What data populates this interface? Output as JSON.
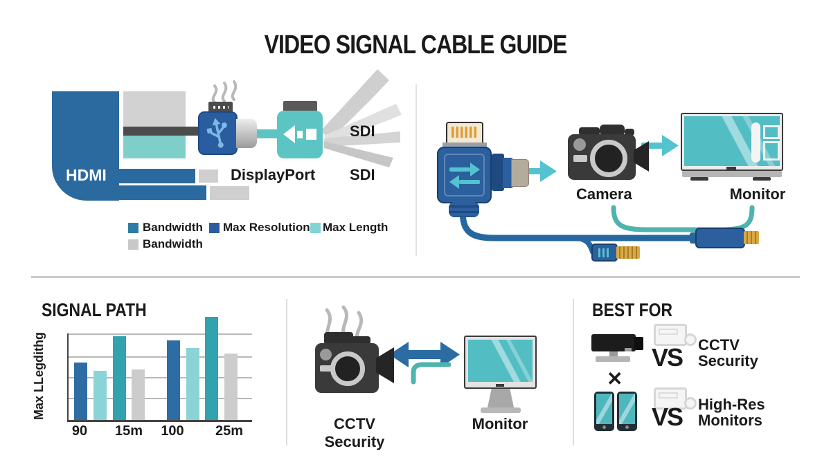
{
  "title": "VIDEO SIGNAL CABLE GUIDE",
  "top_left": {
    "hdmi_label": "HDMI",
    "displayport_label": "DisplayPort",
    "sdi_top_label": "SDI",
    "sdi_bottom_label": "SDI",
    "legend": [
      {
        "label": "Bandwidth",
        "color": "#2e7ca5"
      },
      {
        "label": "Max Resolution",
        "color": "#2a5d9f"
      },
      {
        "label": "Max Length",
        "color": "#82d3d6"
      },
      {
        "label": "Bandwidth",
        "color": "#c8c8c8"
      }
    ]
  },
  "top_right": {
    "camera_label": "Camera",
    "monitor_label": "Monitor"
  },
  "bottom_middle": {
    "cctv_label": "CCTV Security",
    "monitor_label": "Monitor"
  },
  "bottom_right": {
    "title": "BEST FOR",
    "separator": "✕",
    "rows": [
      {
        "vs": "VS",
        "label_line1": "CCTV",
        "label_line2": "Security"
      },
      {
        "vs": "VS",
        "label_line1": "High-Res",
        "label_line2": "Monitors"
      }
    ]
  },
  "chart_data": {
    "type": "bar",
    "section_title": "SIGNAL PATH",
    "ylabel": "Max LLegdithg",
    "xlabel": "",
    "tick_labels": [
      "90",
      "15m",
      "100",
      "25m"
    ],
    "ylim": [
      0,
      100
    ],
    "grid": true,
    "legend_position": "none",
    "bars": [
      {
        "value": 66,
        "series": "blue",
        "color": "#2e6da4"
      },
      {
        "value": 57,
        "series": "light-teal",
        "color": "#8ad4d8"
      },
      {
        "value": 97,
        "series": "teal",
        "color": "#31a2ae"
      },
      {
        "value": 58,
        "series": "grey",
        "color": "#cccccc"
      },
      {
        "value": 92,
        "series": "blue",
        "color": "#2e6da4"
      },
      {
        "value": 83,
        "series": "light-teal",
        "color": "#8ad4d8"
      },
      {
        "value": 119,
        "series": "teal",
        "color": "#31a2ae"
      },
      {
        "value": 77,
        "series": "grey",
        "color": "#cccccc"
      }
    ]
  },
  "colors": {
    "blue": "#2b6a9f",
    "dark_blue": "#2a5d9f",
    "teal": "#31a2ae",
    "light_teal": "#85d2d6",
    "accent_teal": "#5cc5c4",
    "cable_blue": "#27679f",
    "grey": "#cdcdcd"
  }
}
